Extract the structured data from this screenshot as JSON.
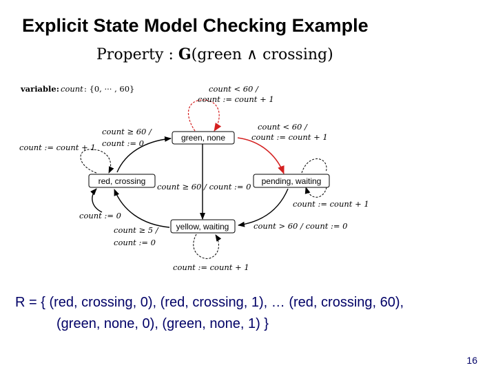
{
  "title": "Explicit State Model Checking Example",
  "property": {
    "label": "Property",
    "sep": ":",
    "op": "G",
    "expr": "(green ∧ crossing)"
  },
  "variable": {
    "label": "variable:",
    "name": "count",
    "domain": ": {0, ··· , 60}"
  },
  "states": {
    "green_none": "green, none",
    "red_crossing": "red, crossing",
    "pending_waiting": "pending, waiting",
    "yellow_waiting": "yellow, waiting"
  },
  "labels": {
    "green_loop_guard": "count < 60 /",
    "green_loop_action": "count := count + 1",
    "red_loop_action": "count := count + 1",
    "red_to_green_guard": "count ≥ 60 /",
    "red_to_green_action": "count := 0",
    "green_to_pending_guard": "count < 60 /",
    "green_to_pending_action": "count := count + 1",
    "green_to_yellow": "count ≥ 60 / count := 0",
    "pending_loop_action": "count := count + 1",
    "pending_to_yellow": "count > 60 / count := 0",
    "init_action": "count := 0",
    "yellow_to_red_guard": "count ≥ 5 /",
    "yellow_to_red_action": "count := 0",
    "yellow_loop_action": "count := count + 1"
  },
  "reachable": {
    "line1": "R = { (red, crossing, 0), (red, crossing, 1), … (red, crossing, 60),",
    "line2": "(green, none, 0), (green, none, 1) }"
  },
  "page_number": "16",
  "colors": {
    "highlight": "#d42020",
    "text_blue": "#000066"
  }
}
